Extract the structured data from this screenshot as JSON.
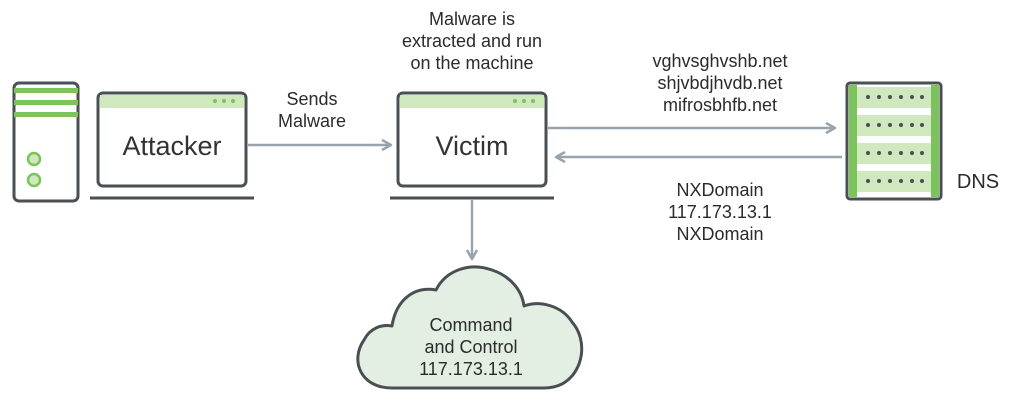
{
  "attacker": {
    "label": "Attacker"
  },
  "victim": {
    "label": "Victim"
  },
  "send_label": [
    "Sends",
    "Malware"
  ],
  "malware_note": [
    "Malware is",
    "extracted and run",
    "on the machine"
  ],
  "dns_queries": [
    "vghvsghvshb.net",
    "shjvbdjhvdb.net",
    "mifrosbhfb.net"
  ],
  "dns_responses": [
    "NXDomain",
    "117.173.13.1",
    "NXDomain"
  ],
  "dns": {
    "label": "DNS"
  },
  "c2": {
    "lines": [
      "Command",
      "and Control",
      "117.173.13.1"
    ]
  },
  "colors": {
    "accent": "#7dc35c",
    "accent_light": "#cfe8bd",
    "cloud_fill": "#e3efe3",
    "stroke": "#4a4f54",
    "arrow": "#98a4ab"
  }
}
